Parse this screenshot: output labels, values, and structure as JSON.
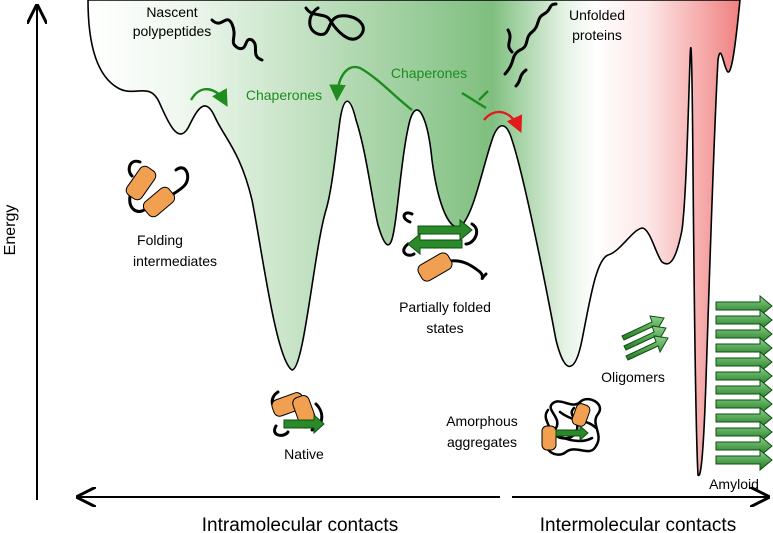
{
  "axis": {
    "y_label": "Energy",
    "x_left_label": "Intramolecular contacts",
    "x_right_label": "Intermolecular contacts"
  },
  "labels": {
    "nascent_1": "Nascent",
    "nascent_2": "polypeptides",
    "unfolded_1": "Unfolded",
    "unfolded_2": "proteins",
    "chaperones_left": "Chaperones",
    "chaperones_right": "Chaperones",
    "folding_1": "Folding",
    "folding_2": "intermediates",
    "partial_1": "Partially folded",
    "partial_2": "states",
    "native": "Native",
    "oligomers": "Oligomers",
    "amorphous_1": "Amorphous",
    "amorphous_2": "aggregates",
    "amyloid": "Amyloid"
  },
  "colors": {
    "intramolecular_fill": "#7fbf7f",
    "intermolecular_fill": "#f08080",
    "chaperone_text": "#1e8c1e",
    "block_arrow": "#e31a1c",
    "helix_orange": "#f0a050",
    "sheet_green": "#2a8a2a",
    "outline": "#000000"
  },
  "icons": {
    "chaperone_arrow": "curved-arrow-icon",
    "block_arrow": "inhibition-arrow-icon",
    "helix": "cylinder-helix-icon",
    "sheet": "beta-strand-arrow-icon"
  }
}
